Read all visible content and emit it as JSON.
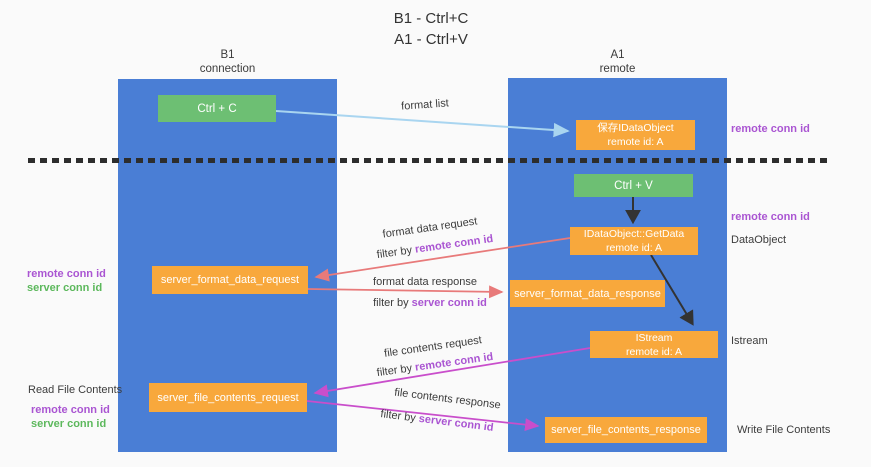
{
  "title": {
    "line1": "B1 - Ctrl+C",
    "line2": "A1 - Ctrl+V"
  },
  "columns": {
    "left": {
      "name": "B1",
      "role": "connection"
    },
    "right": {
      "name": "A1",
      "role": "remote"
    }
  },
  "boxes": {
    "ctrl_c": "Ctrl + C",
    "ctrl_v": "Ctrl + V",
    "save_idataobject": {
      "line1": "保存IDataObject",
      "line2": "remote id: A"
    },
    "getdata": {
      "line1": "IDataObject::GetData",
      "line2": "remote id: A"
    },
    "istream": {
      "line1": "IStream",
      "line2": "remote id: A"
    },
    "server_format_data_request": "server_format_data_request",
    "server_format_data_response": "server_format_data_response",
    "server_file_contents_request": "server_file_contents_request",
    "server_file_contents_response": "server_file_contents_response"
  },
  "labels": {
    "format_list": "format list",
    "format_data_request": "format data request",
    "format_data_response": "format data response",
    "file_contents_request": "file contents request",
    "file_contents_response": "file contents response",
    "filter_by": "filter by",
    "remote_conn_id": "remote conn id",
    "server_conn_id": "server conn id",
    "dataobject": "DataObject",
    "istream": "Istream",
    "read_file_contents": "Read File Contents",
    "write_file_contents": "Write File Contents"
  },
  "colors": {
    "column_blue": "#4a7ed5",
    "box_green": "#6dbf73",
    "box_orange": "#f8a83c",
    "purple_text": "#aa55d2",
    "green_text": "#5cb85c",
    "arrow_red": "#e87a7a",
    "arrow_magenta": "#c94ecb",
    "arrow_light_blue": "#a9d5f0",
    "arrow_black": "#333333"
  }
}
